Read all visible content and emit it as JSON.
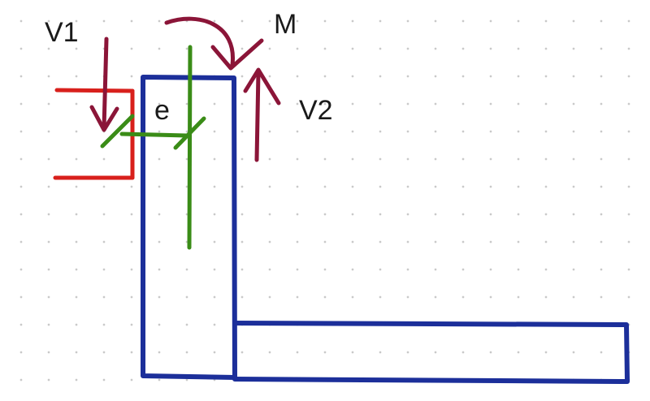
{
  "labels": {
    "v1": "V1",
    "v2": "V2",
    "m": "M",
    "e": "e"
  },
  "colors": {
    "beam": "#1c2f9a",
    "force": "#8b1538",
    "eccentricity": "#3a8c17",
    "flange": "#d8201c",
    "grid_dot": "#c9c9c9"
  },
  "icons": {
    "v1": "arrow-down",
    "v2": "arrow-up",
    "m": "curved-arrow-clockwise"
  }
}
